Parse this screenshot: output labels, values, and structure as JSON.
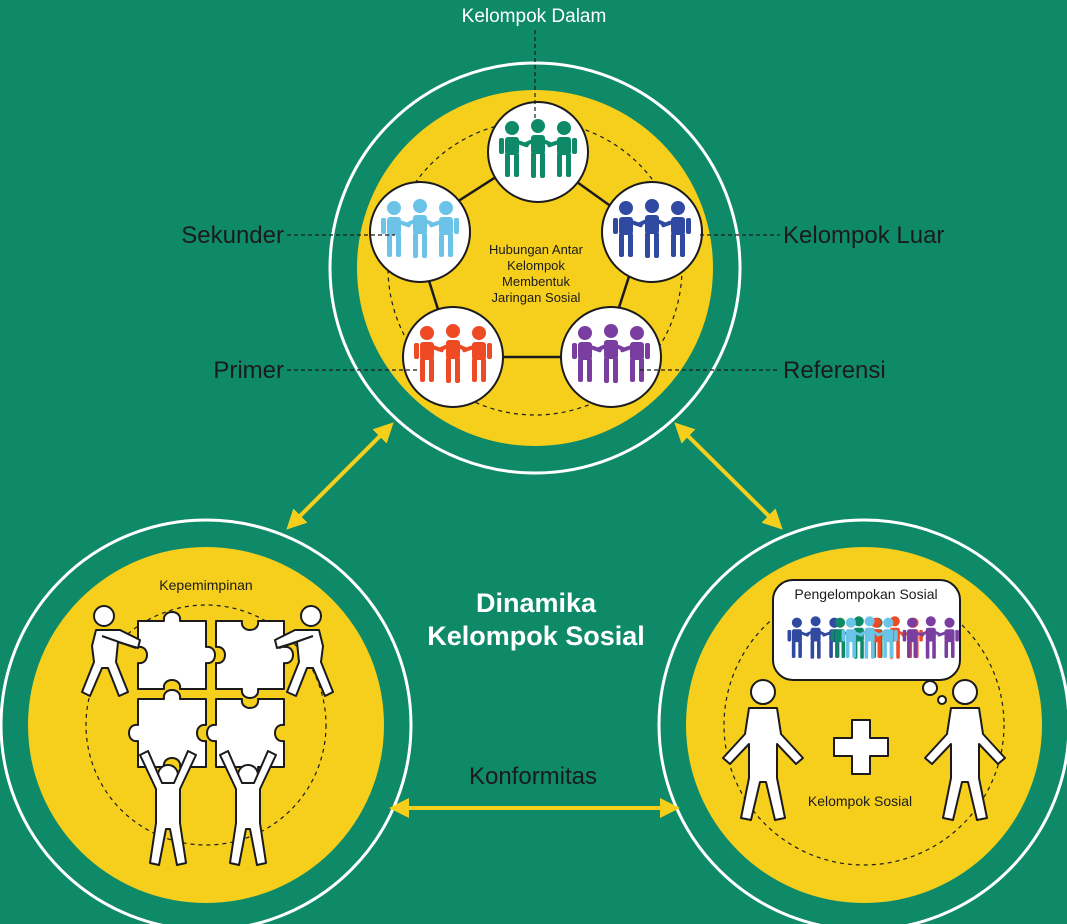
{
  "colors": {
    "background": "#0e8a69",
    "yellow": "#f6cf1d",
    "white": "#ffffff",
    "dark_green": "#0d7a5d",
    "light_blue": "#6cc3e8",
    "navy": "#2f4aa0",
    "purple": "#7a3ea0",
    "red_orange": "#ee4a24",
    "green_people": "#0e8a69"
  },
  "labels": {
    "kelompok_dalam": "Kelompok Dalam",
    "sekunder": "Sekunder",
    "kelompok_luar": "Kelompok Luar",
    "primer": "Primer",
    "referensi": "Referensi",
    "hub_line1": "Hubungan Antar",
    "hub_line2": "Kelompok",
    "hub_line3": "Membentuk",
    "hub_line4": "Jaringan Sosial",
    "center_line1": "Dinamika",
    "center_line2": "Kelompok Sosial",
    "kepemimpinan": "Kepemimpinan",
    "konformitas": "Konformitas",
    "pengelompokan_sosial": "Pengelompokan Sosial",
    "kelompok_sosial": "Kelompok Sosial"
  },
  "icons": {
    "group_icon": "three-people-holding-hands-icon",
    "puzzle_icon": "puzzle-piece-icon",
    "person_icon": "person-figure-icon",
    "plus_icon": "plus-icon",
    "arrow_icon": "double-headed-arrow-icon"
  }
}
